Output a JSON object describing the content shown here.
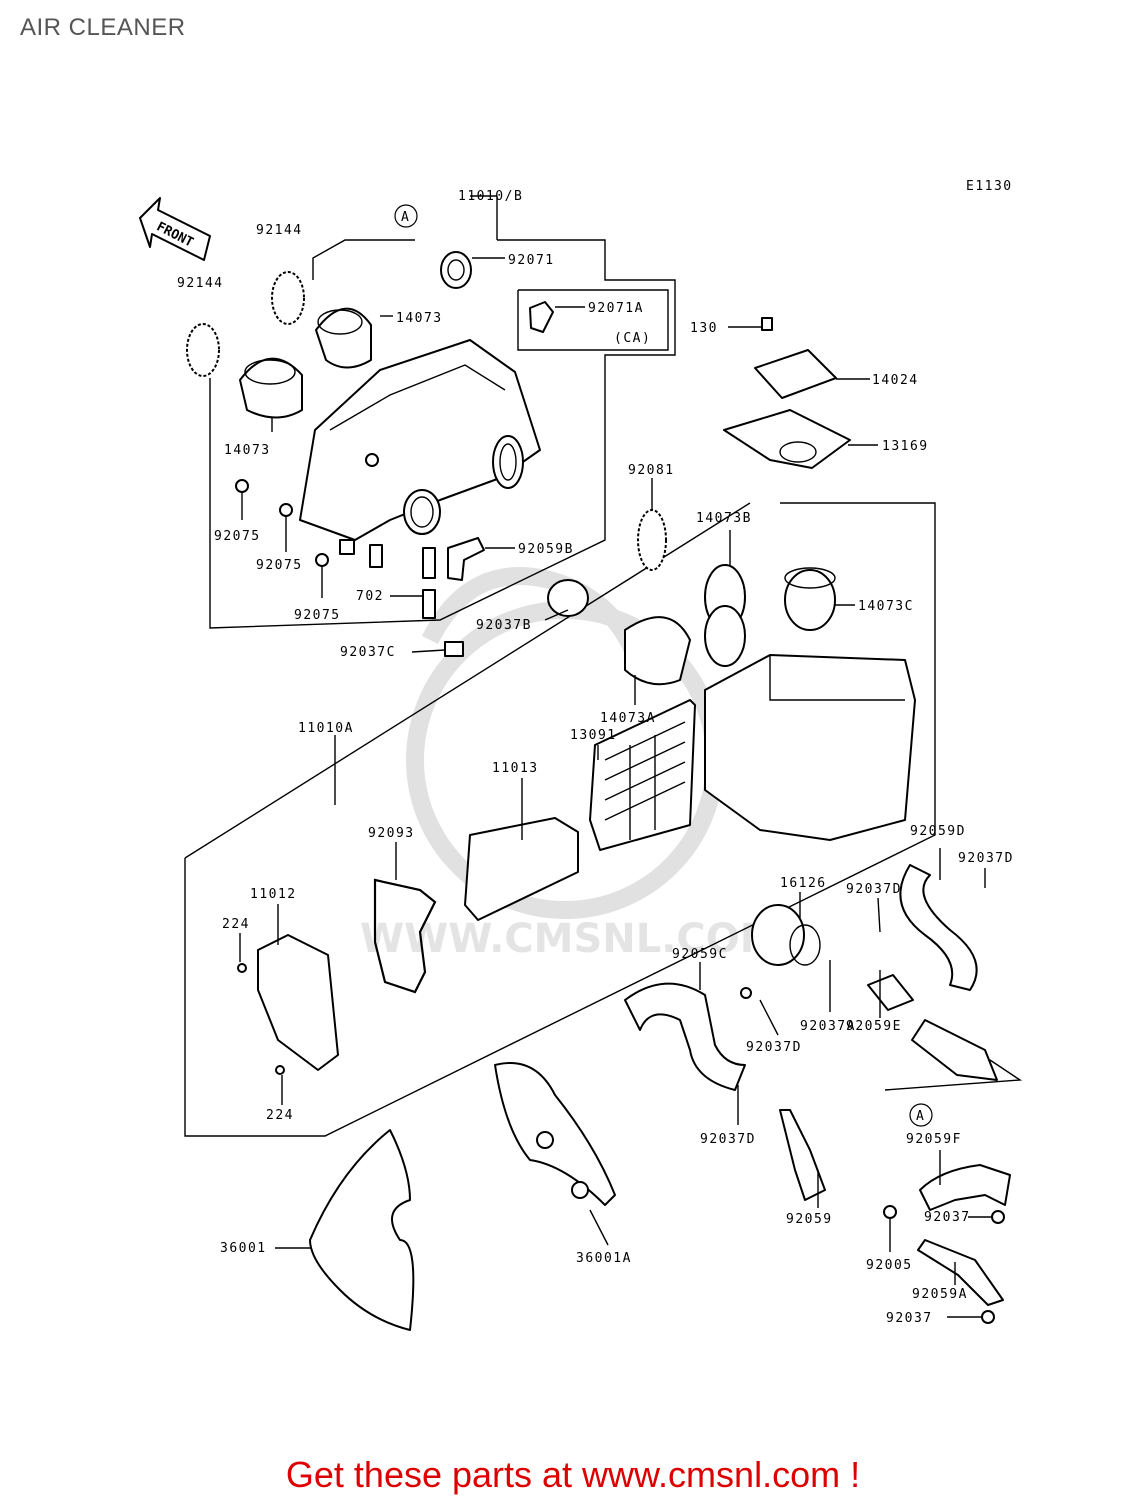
{
  "page_title": "AIR CLEANER",
  "diagram_code": "E1130",
  "front_label": "FRONT",
  "callout_a": "A",
  "watermark_text": "WWW.CMSNL.COM",
  "footer": "Get these parts at www.cmsnl.com !",
  "labels": {
    "p11010B": "11010/B",
    "p92144a": "92144",
    "p92144b": "92144",
    "p92071": "92071",
    "p92071A": "92071A",
    "pCA": "(CA)",
    "p14073a": "14073",
    "p14073b": "14073",
    "p130": "130",
    "p14024": "14024",
    "p13169": "13169",
    "p92075a": "92075",
    "p92075b": "92075",
    "p92075c": "92075",
    "p92081": "92081",
    "p14073B": "14073B",
    "p92059B": "92059B",
    "p702": "702",
    "p92037B": "92037B",
    "p14073C": "14073C",
    "p92037C": "92037C",
    "p14073A": "14073A",
    "p11010A": "11010A",
    "p13091": "13091",
    "p11013": "11013",
    "p92059D": "92059D",
    "p92037D_r": "92037D",
    "p92093": "92093",
    "p16126": "16126",
    "p92037D_m": "92037D",
    "p11012": "11012",
    "p224a": "224",
    "p92059C": "92059C",
    "p92037A": "92037A",
    "p92037D_c": "92037D",
    "p92059E": "92059E",
    "p224b": "224",
    "p92037D_b": "92037D",
    "p92059F": "92059F",
    "p92059": "92059",
    "p92037a": "92037",
    "p36001": "36001",
    "p36001A": "36001A",
    "p92005": "92005",
    "p92059A": "92059A",
    "p92037b": "92037"
  }
}
